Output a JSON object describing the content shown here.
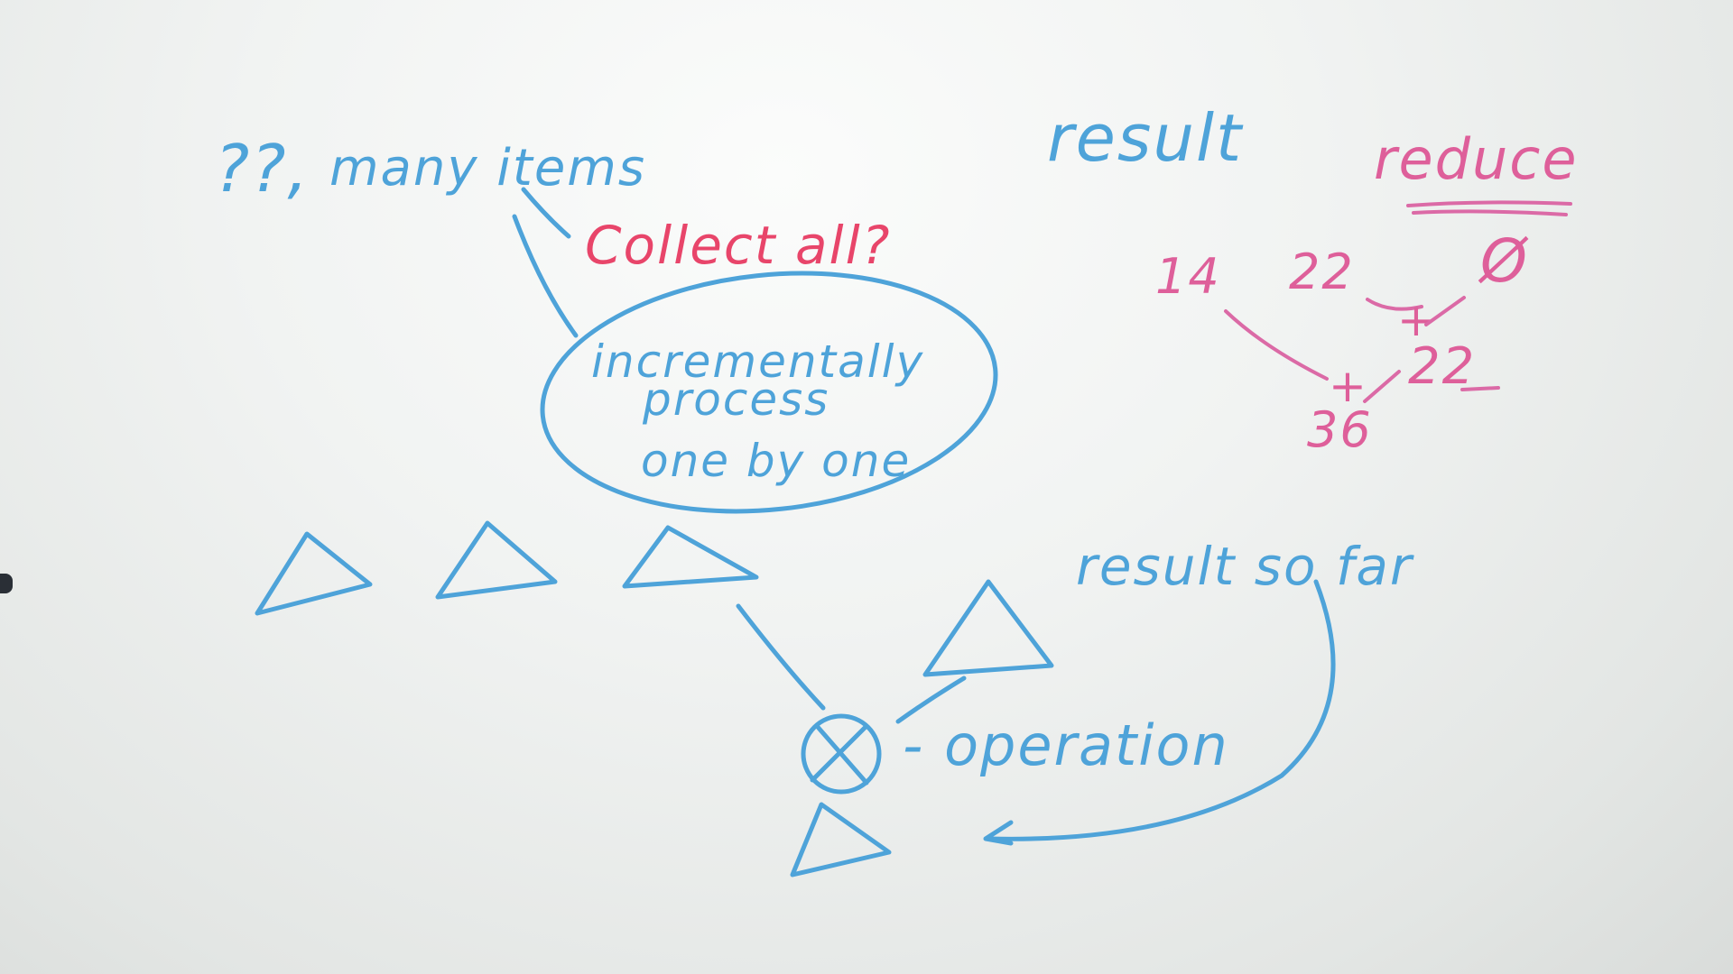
{
  "whiteboard": {
    "left": {
      "question_marks": "??,",
      "many_items": "many items",
      "collect_all": "Collect all?",
      "bubble_line1": "incrementally",
      "bubble_line2": "process",
      "bubble_line3": "one by one",
      "operation_symbol": "⊗",
      "operation_label": "- operation",
      "result_so_far": "result so far"
    },
    "right": {
      "result": "result",
      "reduce": "reduce",
      "empty": "Ø",
      "n14": "14",
      "n22a": "22",
      "plus1": "+",
      "n22b": "22",
      "plus2": "+",
      "n36": "36"
    },
    "colors": {
      "blue_marker": "#4ea3d9",
      "pink_marker": "#de5f9a",
      "red_marker": "#e8456a",
      "board": "#eef0ef"
    }
  }
}
